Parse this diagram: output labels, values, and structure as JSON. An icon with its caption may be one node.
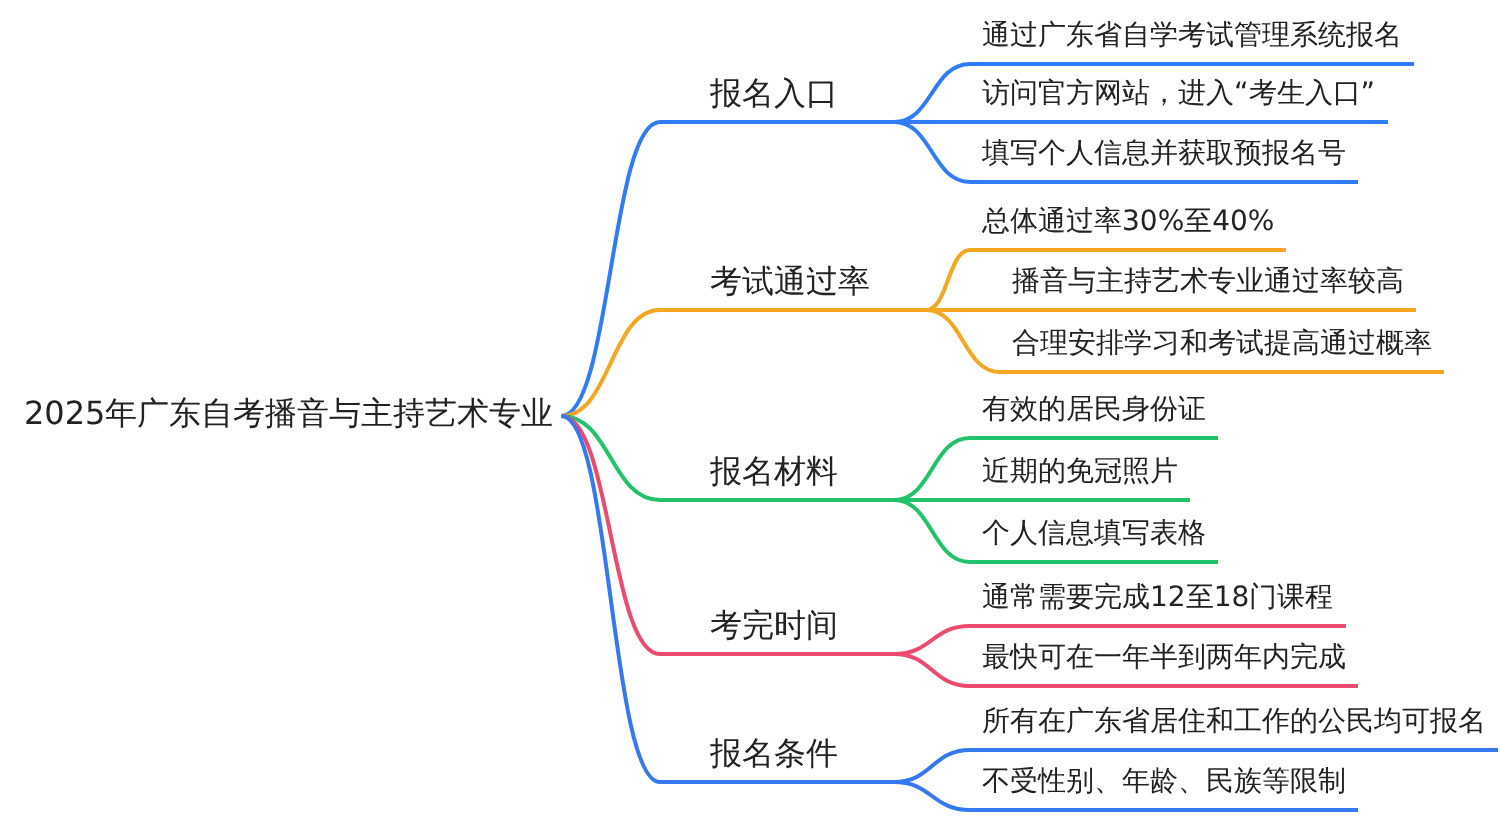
{
  "diagram": {
    "nodes": [
      {
        "text": [
          "2025年广东自考播音与主持艺术专业"
        ]
      },
      {
        "text": [
          "报名入口"
        ]
      },
      {
        "text": [
          "通过广东省自学考试管理系统报名"
        ]
      },
      {
        "text": [
          "访问官方网站，进入“考生入口”"
        ]
      },
      {
        "text": [
          "填写个人信息并获取预报名号"
        ]
      },
      {
        "text": [
          "考试通过率"
        ]
      },
      {
        "text": [
          "总体通过率30%至40%"
        ]
      },
      {
        "text": [
          "播音与主持艺术专业通过率较高"
        ]
      },
      {
        "text": [
          "合理安排学习和考试提高通过概率"
        ]
      },
      {
        "text": [
          "报名材料"
        ]
      },
      {
        "text": [
          "有效的居民身份证"
        ]
      },
      {
        "text": [
          "近期的免冠照片"
        ]
      },
      {
        "text": [
          "个人信息填写表格"
        ]
      },
      {
        "text": [
          "考完时间"
        ]
      },
      {
        "text": [
          "通常需要完成12至18门课程"
        ]
      },
      {
        "text": [
          "最快可在一年半到两年内完成"
        ]
      },
      {
        "text": [
          "报名条件"
        ]
      },
      {
        "text": [
          "所有在广东省居住和工作的公民均可报名"
        ]
      },
      {
        "text": [
          "不受性别、年龄、民族等限制"
        ]
      }
    ],
    "edges": [
      {
        "from": 0,
        "to": 1,
        "arrow": "none",
        "color": "#2f7cf6"
      },
      {
        "from": 1,
        "to": 2,
        "arrow": "none",
        "color": "#2f7cf6"
      },
      {
        "from": 1,
        "to": 3,
        "arrow": "none",
        "color": "#2f7cf6"
      },
      {
        "from": 1,
        "to": 4,
        "arrow": "none",
        "color": "#2f7cf6"
      },
      {
        "from": 0,
        "to": 5,
        "arrow": "none",
        "color": "#f5a623"
      },
      {
        "from": 5,
        "to": 6,
        "arrow": "none",
        "color": "#f5a623"
      },
      {
        "from": 5,
        "to": 7,
        "arrow": "none",
        "color": "#f5a623"
      },
      {
        "from": 5,
        "to": 8,
        "arrow": "none",
        "color": "#f5a623"
      },
      {
        "from": 0,
        "to": 9,
        "arrow": "none",
        "color": "#22c26a"
      },
      {
        "from": 9,
        "to": 10,
        "arrow": "none",
        "color": "#22c26a"
      },
      {
        "from": 9,
        "to": 11,
        "arrow": "none",
        "color": "#22c26a"
      },
      {
        "from": 9,
        "to": 12,
        "arrow": "none",
        "color": "#22c26a"
      },
      {
        "from": 0,
        "to": 13,
        "arrow": "none",
        "color": "#ec4a6e"
      },
      {
        "from": 13,
        "to": 14,
        "arrow": "none",
        "color": "#ec4a6e"
      },
      {
        "from": 13,
        "to": 15,
        "arrow": "none",
        "color": "#ec4a6e"
      },
      {
        "from": 0,
        "to": 16,
        "arrow": "none",
        "color": "#3578f0"
      },
      {
        "from": 16,
        "to": 17,
        "arrow": "none",
        "color": "#3578f0"
      },
      {
        "from": 16,
        "to": 18,
        "arrow": "none",
        "color": "#3578f0"
      }
    ]
  }
}
